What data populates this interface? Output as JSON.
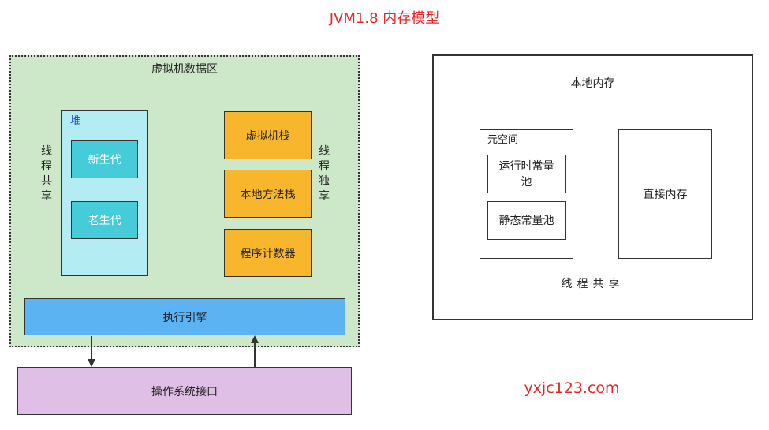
{
  "title": "JVM1.8 内存模型",
  "jvm_area": {
    "label": "虚拟机数据区",
    "shared_label": "线\n程\n共\n享",
    "private_label": "线\n程\n独\n享",
    "heap": {
      "label": "堆",
      "young": "新生代",
      "old": "老生代"
    },
    "vm_stack": "虚拟机栈",
    "native_method_stack": "本地方法栈",
    "program_counter": "程序计数器",
    "execution_engine": "执行引擎"
  },
  "os_interface": "操作系统接口",
  "native_memory": {
    "label": "本地内存",
    "metaspace": {
      "label": "元空间",
      "runtime_constant_pool": "运行时常量池",
      "static_constant_pool": "静态常量池"
    },
    "direct_memory": "直接内存",
    "shared_label": "线程共享"
  },
  "watermark": "yxjc123.com",
  "colors": {
    "title": "#e8262a",
    "jvm_area_bg": "#cde8c8",
    "heap_bg": "#b3ecf3",
    "generation_bg": "#46cbd8",
    "stack_bg": "#f8b62c",
    "engine_bg": "#5bb3f3",
    "os_bg": "#e0bfe6"
  }
}
